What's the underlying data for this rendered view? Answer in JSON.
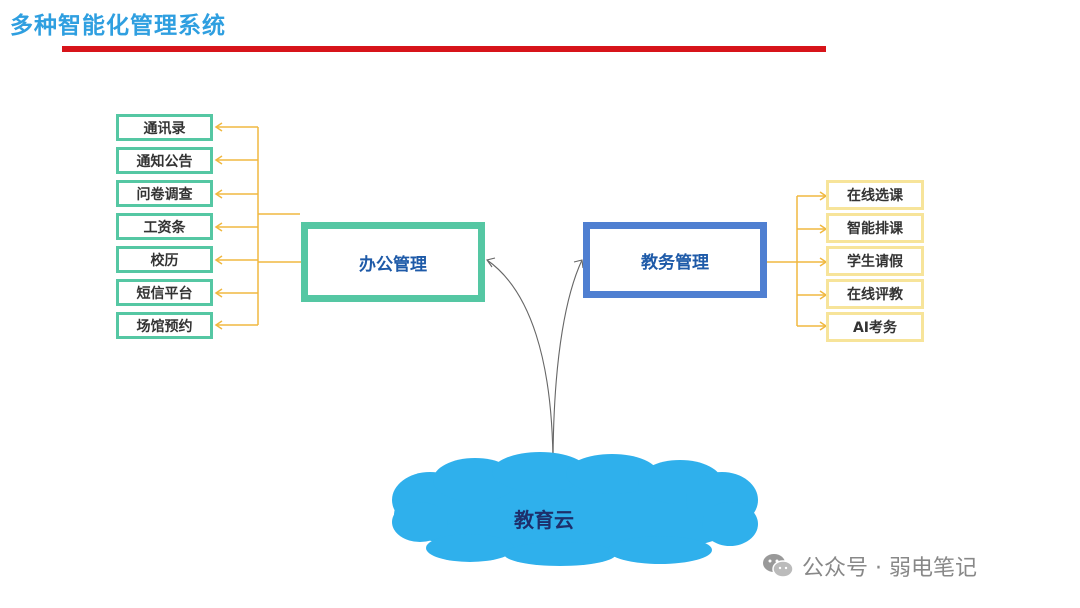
{
  "title": "多种智能化管理系统",
  "office": {
    "label": "办公管理",
    "items": [
      "通讯录",
      "通知公告",
      "问卷调查",
      "工资条",
      "校历",
      "短信平台",
      "场馆预约"
    ]
  },
  "teaching": {
    "label": "教务管理",
    "items": [
      "在线选课",
      "智能排课",
      "学生请假",
      "在线评教",
      "AI考务"
    ]
  },
  "cloud": {
    "label": "教育云"
  },
  "watermark": {
    "text": "公众号 · 弱电笔记",
    "icon": "wechat-icon"
  },
  "colors": {
    "title": "#2f9fe0",
    "title_bar": "#d7141a",
    "office_border": "#55c7a3",
    "teaching_border": "#4f7fd1",
    "leaf_right_border": "#f7e49a",
    "connector": "#f0b840",
    "cloud": "#2fb0ec"
  }
}
